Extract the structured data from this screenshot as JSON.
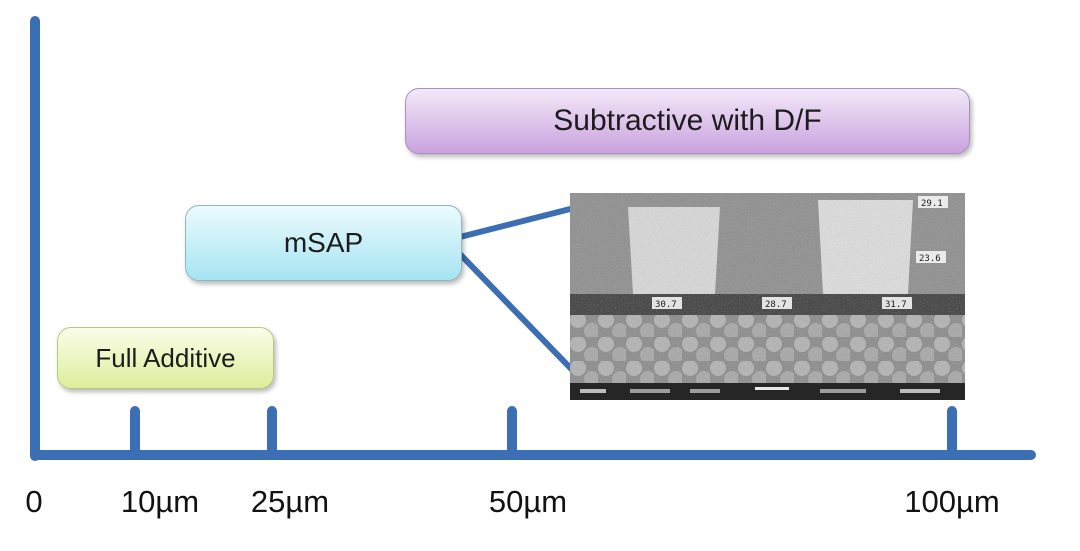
{
  "colors": {
    "axis_blue": "#3c6eb4",
    "full_additive_fill": "#dcee9b",
    "msap_fill": "#a5e4f3",
    "subtractive_fill": "#c9a2de"
  },
  "axis": {
    "labels": [
      "0",
      "10µm",
      "25µm",
      "50µm",
      "100µm"
    ]
  },
  "boxes": {
    "full_additive": "Full Additive",
    "msap": "mSAP",
    "subtractive": "Subtractive with D/F"
  },
  "sem": {
    "annotations": {
      "top_right": "29.1",
      "mid_right": "23.6",
      "bottom_left": "30.7",
      "bottom_center": "28.7",
      "bottom_right": "31.7"
    }
  }
}
